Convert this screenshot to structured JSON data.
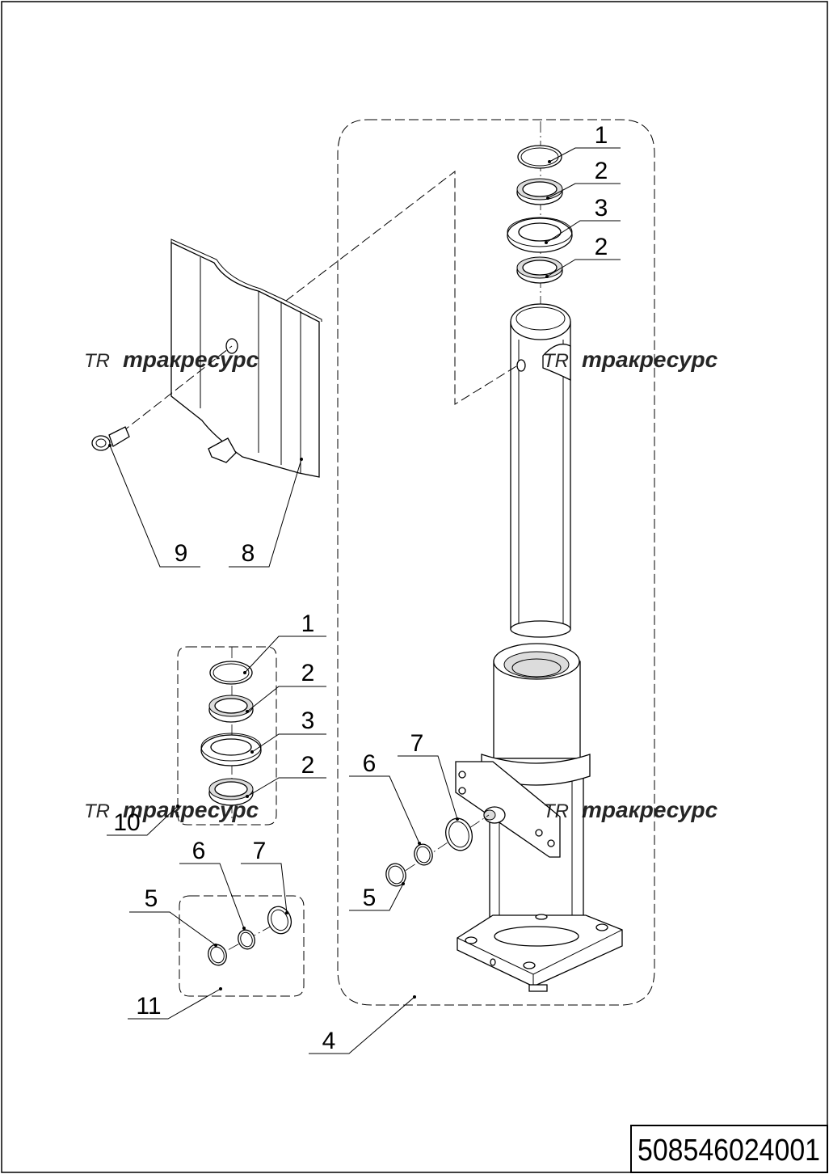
{
  "watermark": {
    "logo": "TR",
    "text": "тракресурс"
  },
  "document_number": "508546024001",
  "callouts": {
    "top_ring_1": "1",
    "top_seal_2a": "2",
    "top_washer_3": "3",
    "top_seal_2b": "2",
    "cover_plate_8": "8",
    "bolt_9": "9",
    "kit_ring_1": "1",
    "kit_seal_2a": "2",
    "kit_washer_3": "3",
    "kit_seal_2b": "2",
    "kit_10": "10",
    "kit_ring_5": "5",
    "kit_ring_6": "6",
    "kit_ring_7": "7",
    "kit_11": "11",
    "cyl_ring_6": "6",
    "cyl_ring_7": "7",
    "cyl_ring_5": "5",
    "assembly_4": "4"
  },
  "colors": {
    "line": "#000000",
    "watermark": "#8c8c8c",
    "background": "#ffffff"
  }
}
